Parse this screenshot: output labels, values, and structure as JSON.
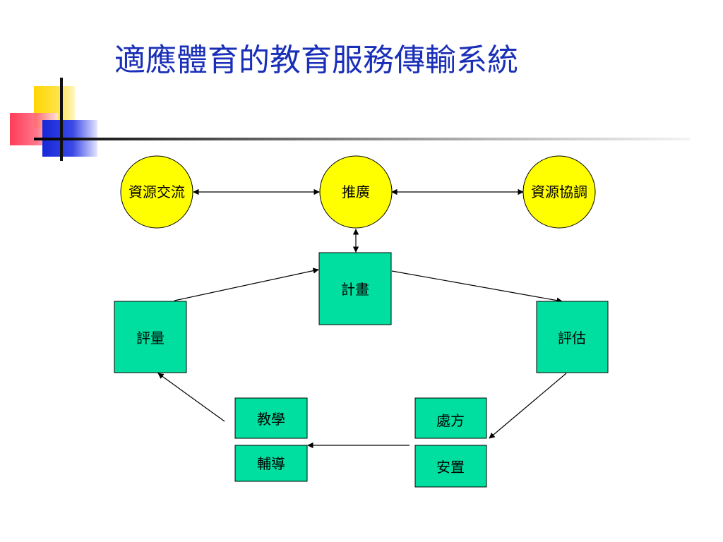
{
  "title": "適應體育的教育服務傳輸系統",
  "colors": {
    "title": "#1a2fb8",
    "circle_fill": "#ffff00",
    "box_fill": "#00dfa0",
    "line": "#000000"
  },
  "nodes": {
    "resource_exchange": "資源交流",
    "promotion": "推廣",
    "resource_coordination": "資源協調",
    "plan": "計畫",
    "evaluation_measure": "評量",
    "assessment": "評估",
    "teaching": "教學",
    "counseling": "輔導",
    "prescription": "處方",
    "placement": "安置"
  }
}
